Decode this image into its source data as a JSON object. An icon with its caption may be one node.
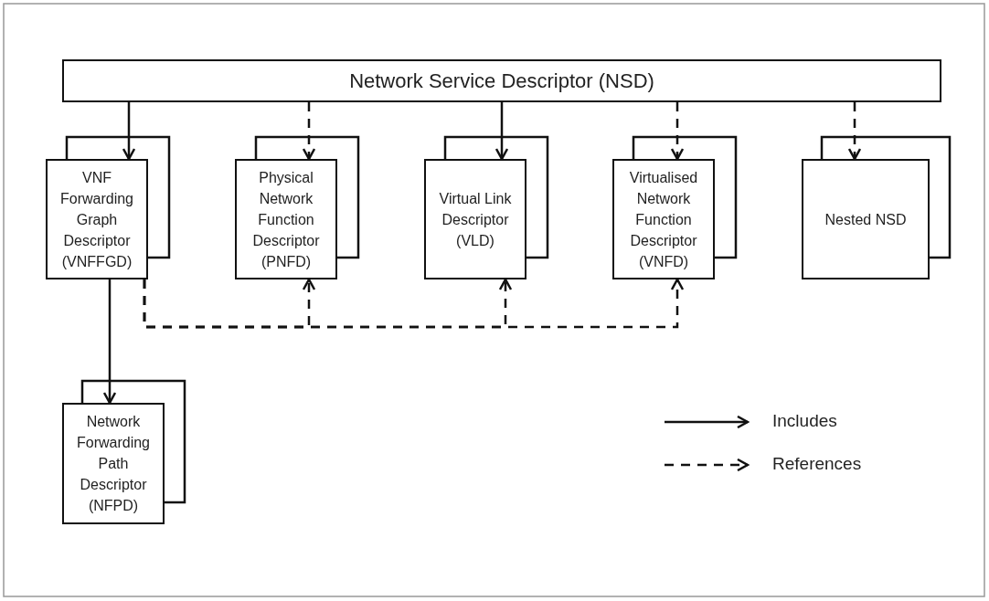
{
  "diagram": {
    "nodes": [
      {
        "text": [
          "Network Service Descriptor (NSD)"
        ]
      },
      {
        "text": [
          "VNF Forwarding Graph Descriptor (VNFFGD)"
        ]
      },
      {
        "text": [
          "Physical Network Function Descriptor (PNFD)"
        ]
      },
      {
        "text": [
          "Virtual Link Descriptor (VLD)"
        ]
      },
      {
        "text": [
          "Virtualised Network Function Descriptor (VNFD)"
        ]
      },
      {
        "text": [
          "Nested NSD"
        ]
      },
      {
        "text": [
          "Network Forwarding Path Descriptor (NFPD)"
        ]
      }
    ],
    "edges": [
      {
        "from": 0,
        "to": 1,
        "arrow": "to"
      },
      {
        "from": 0,
        "to": 2,
        "arrow": "to",
        "style": "dashed"
      },
      {
        "from": 0,
        "to": 3,
        "arrow": "to"
      },
      {
        "from": 0,
        "to": 4,
        "arrow": "to",
        "style": "dashed"
      },
      {
        "from": 0,
        "to": 5,
        "arrow": "to",
        "style": "dashed"
      },
      {
        "from": 1,
        "to": 6,
        "arrow": "to"
      },
      {
        "from": 1,
        "to": 2,
        "arrow": "to",
        "style": "dashed"
      },
      {
        "from": 1,
        "to": 3,
        "arrow": "to",
        "style": "dashed"
      },
      {
        "from": 1,
        "to": 4,
        "arrow": "to",
        "style": "dashed"
      }
    ],
    "legend": [
      {
        "text": "Includes"
      },
      {
        "text": "References"
      }
    ]
  }
}
